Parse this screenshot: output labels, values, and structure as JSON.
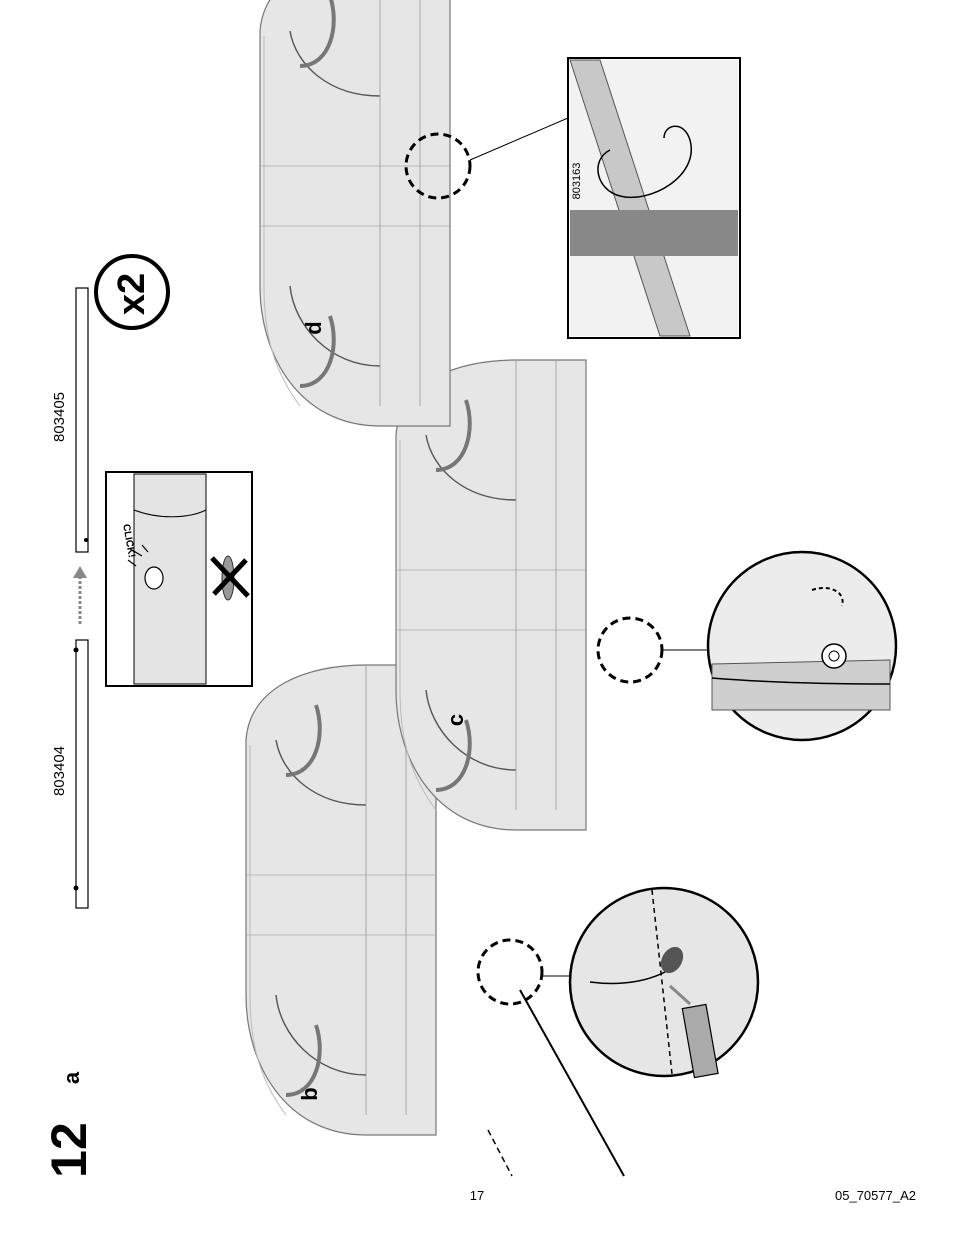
{
  "step": {
    "number": "12"
  },
  "sub_steps": {
    "a": "a",
    "b": "b",
    "c": "c",
    "d": "d"
  },
  "parts": {
    "left_rod": "803404",
    "right_rod": "803405",
    "clip": "803163"
  },
  "quantity": "x2",
  "click_text": "CLICK!",
  "footer": {
    "page_number": "17",
    "doc_code": "05_70577_A2"
  }
}
